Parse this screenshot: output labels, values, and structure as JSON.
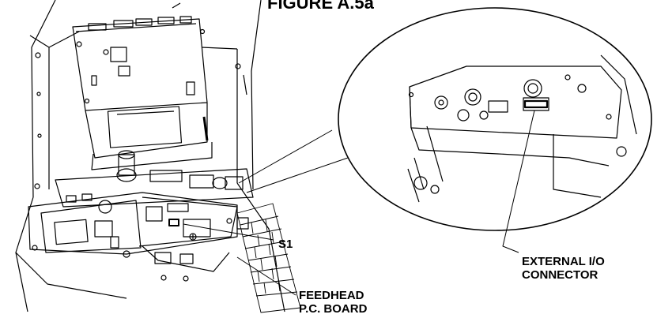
{
  "figure": {
    "title": "FIGURE A.5a",
    "labels": {
      "s1": "S1",
      "external_io_line1": "EXTERNAL I/O",
      "external_io_line2": "CONNECTOR",
      "feedhead_line1": "FEEDHEAD",
      "feedhead_line2": "P.C. BOARD"
    }
  },
  "colors": {
    "ink": "#000000",
    "background": "#ffffff",
    "shade": "#9a9a9a"
  }
}
